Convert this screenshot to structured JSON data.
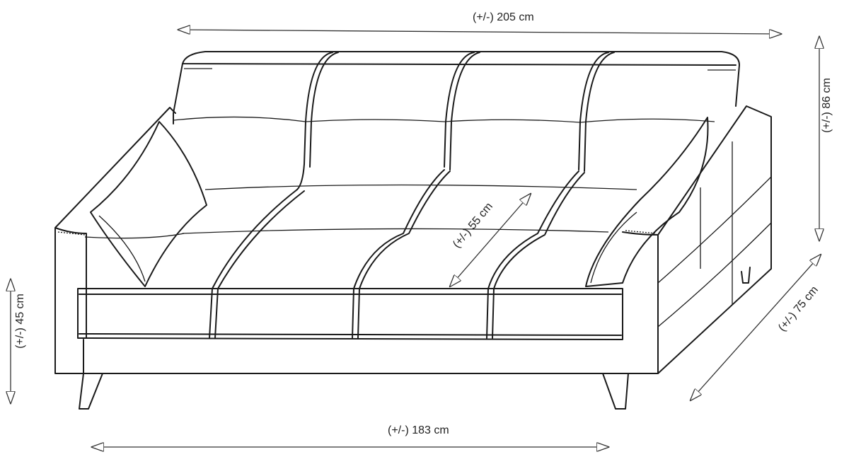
{
  "dimensions": {
    "width": "(+/-) 205 cm",
    "height": "(+/-) 86 cm",
    "seat_depth": "(+/-) 55 cm",
    "depth": "(+/-) 75 cm",
    "seat_height": "(+/-) 45 cm",
    "seat_width": "(+/-) 183 cm"
  }
}
